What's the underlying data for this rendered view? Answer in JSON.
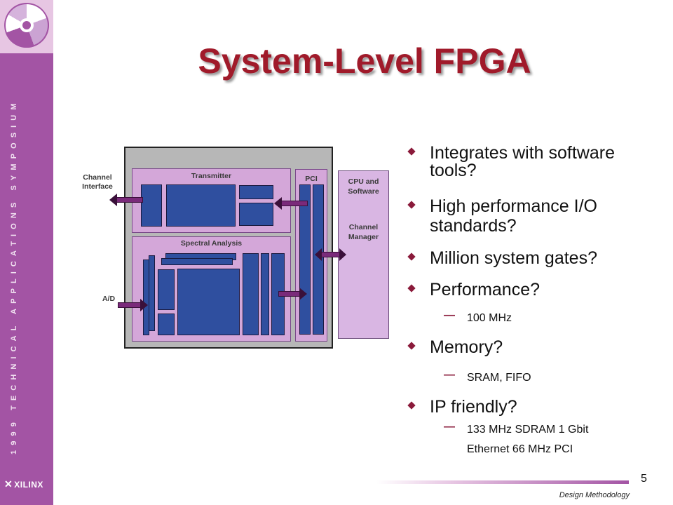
{
  "sidebar": {
    "banner": "1999 TECHNICAL APPLICATIONS SYMPOSIUM",
    "brand": "XILINX"
  },
  "slide": {
    "title": "System-Level FPGA",
    "page_number": "5",
    "footer": "Design Methodology"
  },
  "diagram": {
    "transmitter_label": "Transmitter",
    "spectral_label": "Spectral Analysis",
    "pci_label": "PCI",
    "cpu_label_line1": "CPU and",
    "cpu_label_line2": "Software",
    "channel_manager_line1": "Channel",
    "channel_manager_line2": "Manager",
    "channel_interface_line1": "Channel",
    "channel_interface_line2": "Interface",
    "ad_label": "A/D"
  },
  "bullets": [
    {
      "line1": "Integrates with software",
      "line2": "tools?"
    },
    {
      "line1": "High performance I/O",
      "line2": "standards?"
    },
    {
      "line1": "Million system gates?"
    },
    {
      "line1": "Performance?",
      "sub": "100 MHz"
    },
    {
      "line1": "Memory?",
      "sub": "SRAM, FIFO"
    },
    {
      "line1": "IP friendly?",
      "sub1": "133 MHz SDRAM 1 Gbit",
      "sub2": "Ethernet 66 MHz PCI"
    }
  ],
  "colors": {
    "sidebar": "#a354a4",
    "title": "#a01a2a",
    "block": "#2f4f9f",
    "bullet": "#8a1a3a"
  }
}
